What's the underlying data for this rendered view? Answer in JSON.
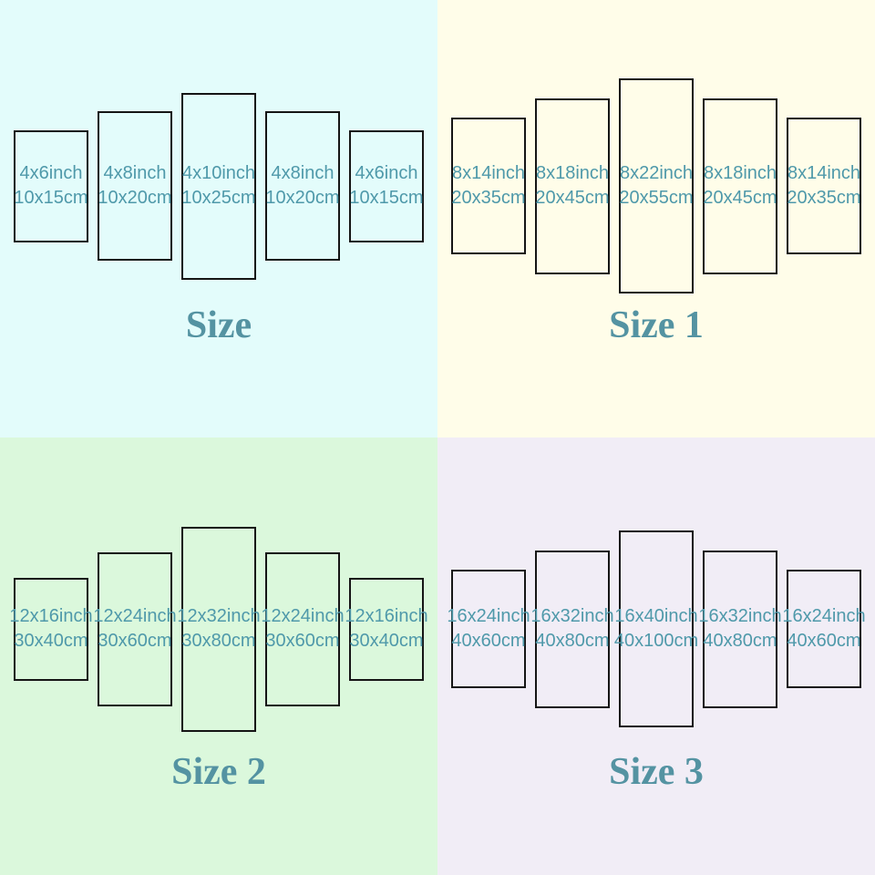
{
  "colors": {
    "panel_border": "#151515",
    "panel_label_text": "#4f99aa",
    "title_text": "#5493a2",
    "quadrant_backgrounds": [
      "#e3fcfb",
      "#fffde9",
      "#dbf8dc",
      "#f1edf6"
    ]
  },
  "quadrants": [
    {
      "title": "Size",
      "bg_color": "#e3fcfb",
      "panels": [
        {
          "line1": "4x6inch",
          "line2": "10x15cm"
        },
        {
          "line1": "4x8inch",
          "line2": "10x20cm"
        },
        {
          "line1": "4x10inch",
          "line2": "10x25cm"
        },
        {
          "line1": "4x8inch",
          "line2": "10x20cm"
        },
        {
          "line1": "4x6inch",
          "line2": "10x15cm"
        }
      ]
    },
    {
      "title": "Size 1",
      "bg_color": "#fffde9",
      "panels": [
        {
          "line1": "8x14inch",
          "line2": "20x35cm"
        },
        {
          "line1": "8x18inch",
          "line2": "20x45cm"
        },
        {
          "line1": "8x22inch",
          "line2": "20x55cm"
        },
        {
          "line1": "8x18inch",
          "line2": "20x45cm"
        },
        {
          "line1": "8x14inch",
          "line2": "20x35cm"
        }
      ]
    },
    {
      "title": "Size 2",
      "bg_color": "#dbf8dc",
      "panels": [
        {
          "line1": "12x16inch",
          "line2": "30x40cm"
        },
        {
          "line1": "12x24inch",
          "line2": "30x60cm"
        },
        {
          "line1": "12x32inch",
          "line2": "30x80cm"
        },
        {
          "line1": "12x24inch",
          "line2": "30x60cm"
        },
        {
          "line1": "12x16inch",
          "line2": "30x40cm"
        }
      ]
    },
    {
      "title": "Size 3",
      "bg_color": "#f1edf6",
      "panels": [
        {
          "line1": "16x24inch",
          "line2": "40x60cm"
        },
        {
          "line1": "16x32inch",
          "line2": "40x80cm"
        },
        {
          "line1": "16x40inch",
          "line2": "40x100cm"
        },
        {
          "line1": "16x32inch",
          "line2": "40x80cm"
        },
        {
          "line1": "16x24inch",
          "line2": "40x60cm"
        }
      ]
    }
  ]
}
